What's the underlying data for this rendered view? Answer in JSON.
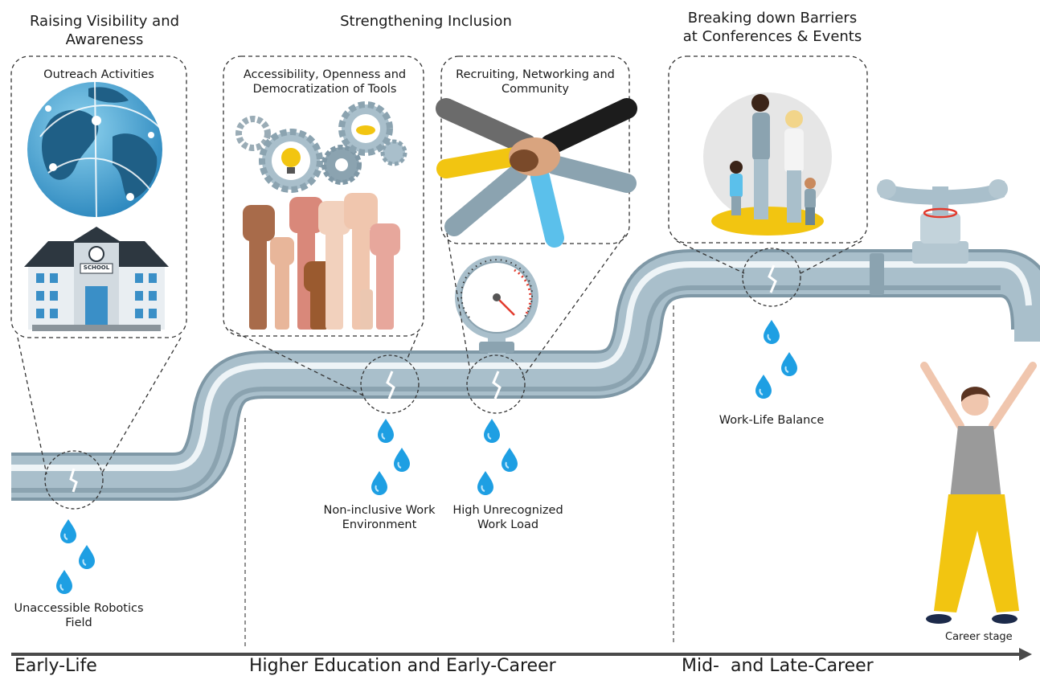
{
  "sections": {
    "visibility": "Raising Visibility and Awareness",
    "inclusion": "Strengthening Inclusion",
    "barriers": "Breaking down Barriers at Conferences & Events"
  },
  "boxes": {
    "outreach": "Outreach Activities",
    "accessibility": "Accessibility, Openness and Democratization of Tools",
    "recruiting": "Recruiting, Networking and Community"
  },
  "school_sign": "SCHOOL",
  "leaks": {
    "unaccessible": "Unaccessible Robotics Field",
    "noninclusive": "Non-inclusive Work Environment",
    "workload": "High Unrecognized Work Load",
    "worklife": "Work-Life Balance"
  },
  "axis": {
    "label": "Career stage",
    "stages": [
      "Early-Life",
      "Higher Education and Early-Career",
      "Mid-  and Late-Career"
    ]
  },
  "colors": {
    "pipe": "#a9bfcb",
    "pipe_dark": "#7f98a6",
    "pipe_light": "#e8f0f4",
    "water": "#1e9fe3",
    "accent_yellow": "#f2c511"
  }
}
